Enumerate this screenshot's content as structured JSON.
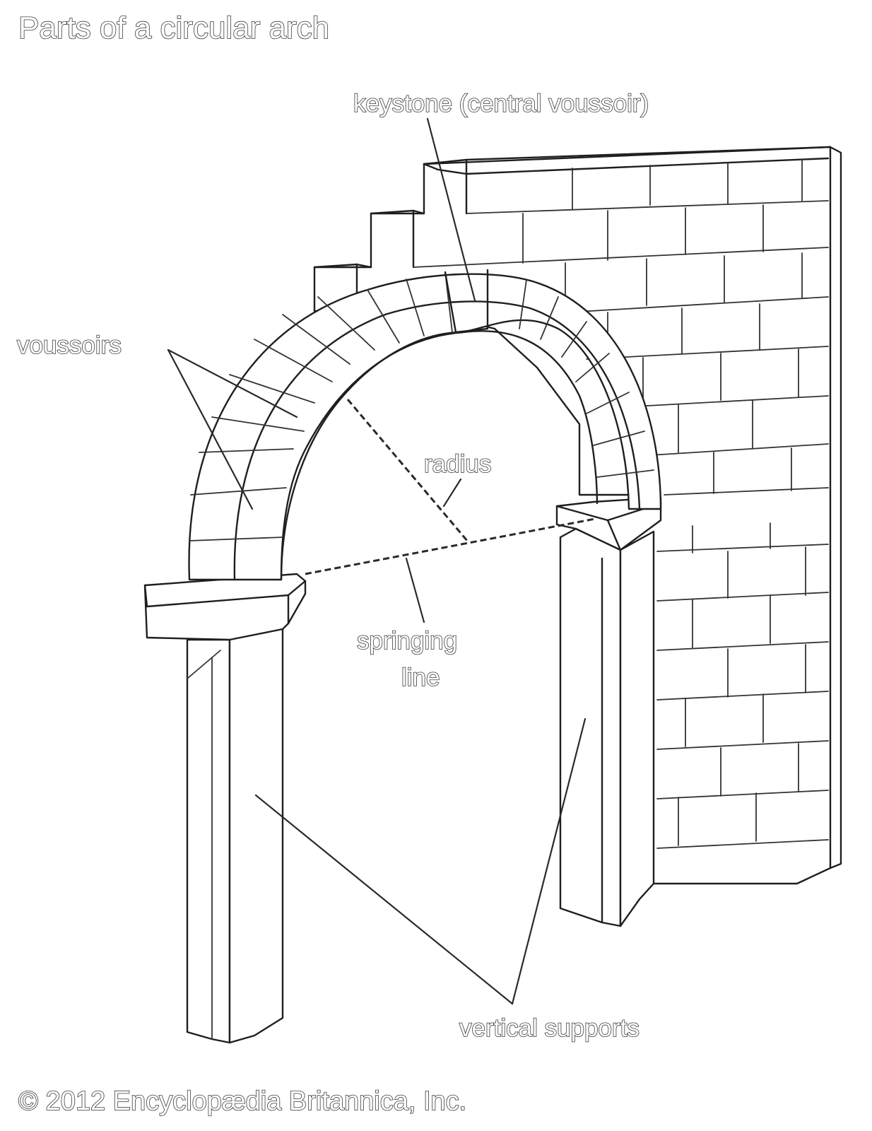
{
  "title": "Parts of a circular arch",
  "labels": {
    "keystone": "keystone (central voussoir)",
    "voussoirs": "voussoirs",
    "radius": "radius",
    "springing_line_1": "springing",
    "springing_line_2": "line",
    "vertical_supports": "vertical supports"
  },
  "copyright": "© 2012 Encyclopædia Britannica, Inc."
}
